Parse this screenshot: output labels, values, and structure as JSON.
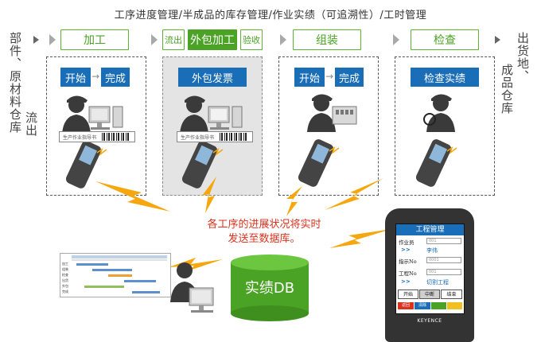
{
  "header": {
    "title": "工序进度管理/半成品的库存管理/作业实绩（可追溯性）/工时管理"
  },
  "side": {
    "left_col1": "部件、原材料仓库",
    "left_col2": "流出",
    "right_col1": "出货地、",
    "right_col2": "成品仓库"
  },
  "processes": {
    "p1": "加工",
    "outflow": "流出",
    "outsource": "外包加工",
    "receive": "验收",
    "p3": "组装",
    "p4": "检查"
  },
  "stages": {
    "s1_start": "开始",
    "s1_end": "完成",
    "s2_tag": "外包发票",
    "s3_start": "开始",
    "s3_end": "完成",
    "s4_tag": "检查实绩",
    "card_text": "生产作业指导书"
  },
  "center_message": {
    "line1": "各工序的进展状况将实时",
    "line2": "发送至数据库。"
  },
  "database": {
    "label": "实绩DB"
  },
  "handheld": {
    "title": "工程管理",
    "worker_label": "作业员",
    "worker_value": "001",
    "worker_name": "李伟",
    "order_label": "指示No",
    "order_value": "0001",
    "process_label": "工程No",
    "process_value": "001",
    "switch_link": "切割工程",
    "arrow": ">>",
    "tab_start": "开始",
    "tab_pause": "中断",
    "tab_end": "结束",
    "key_back": "返回",
    "key_clear": "清除",
    "brand": "KEYENCE"
  },
  "pc": {
    "rows": [
      "加工",
      "组装",
      "检查",
      "出货",
      "外包",
      "完成"
    ]
  },
  "colors": {
    "green": "#4aa324",
    "blue": "#1a6db7",
    "red": "#d9321e",
    "bolt": "#f5a70d"
  }
}
